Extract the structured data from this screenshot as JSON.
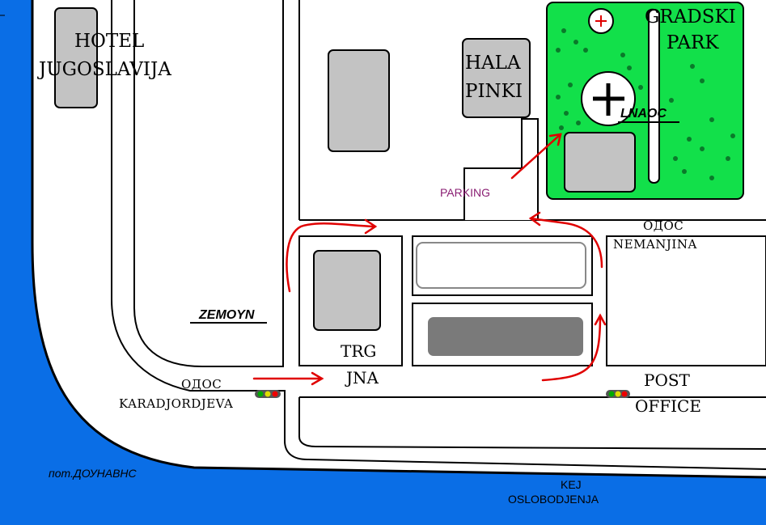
{
  "colors": {
    "water": "#0a6ee6",
    "park": "#12e04a",
    "building": "#c3c3c3",
    "road_outline": "#000000",
    "route_arrow": "#e00000",
    "parking_text": "#8a1f73"
  },
  "labels": {
    "hotel_line1": "HOTEL",
    "hotel_line2": "JUGOSLAVIJA",
    "hala_line1": "HALA",
    "hala_line2": "PINKI",
    "park_line1": "GRADSKI",
    "park_line2": "PARK",
    "lnaoc": "LNAOC",
    "parking": "PARKING",
    "odos_nemanjina_line1": "ОДОС",
    "odos_nemanjina_line2": "NEMANJINA",
    "zemoyn": "ZEMOYN",
    "trg_line1": "TRG",
    "trg_line2": "JNA",
    "odos_karadjordjeva_line1": "ОДОС",
    "odos_karadjordjeva_line2": "KARADJORDJEVA",
    "post_line1": "POST",
    "post_line2": "OFFICE",
    "river": "пот.ДОУНАВНС",
    "kej_line1": "KEJ",
    "kej_line2": "OSLOBODJENJA"
  },
  "icons": [
    "red-cross-icon",
    "church-cross-icon",
    "traffic-light-icon",
    "route-arrow-icon",
    "tree-icon"
  ]
}
